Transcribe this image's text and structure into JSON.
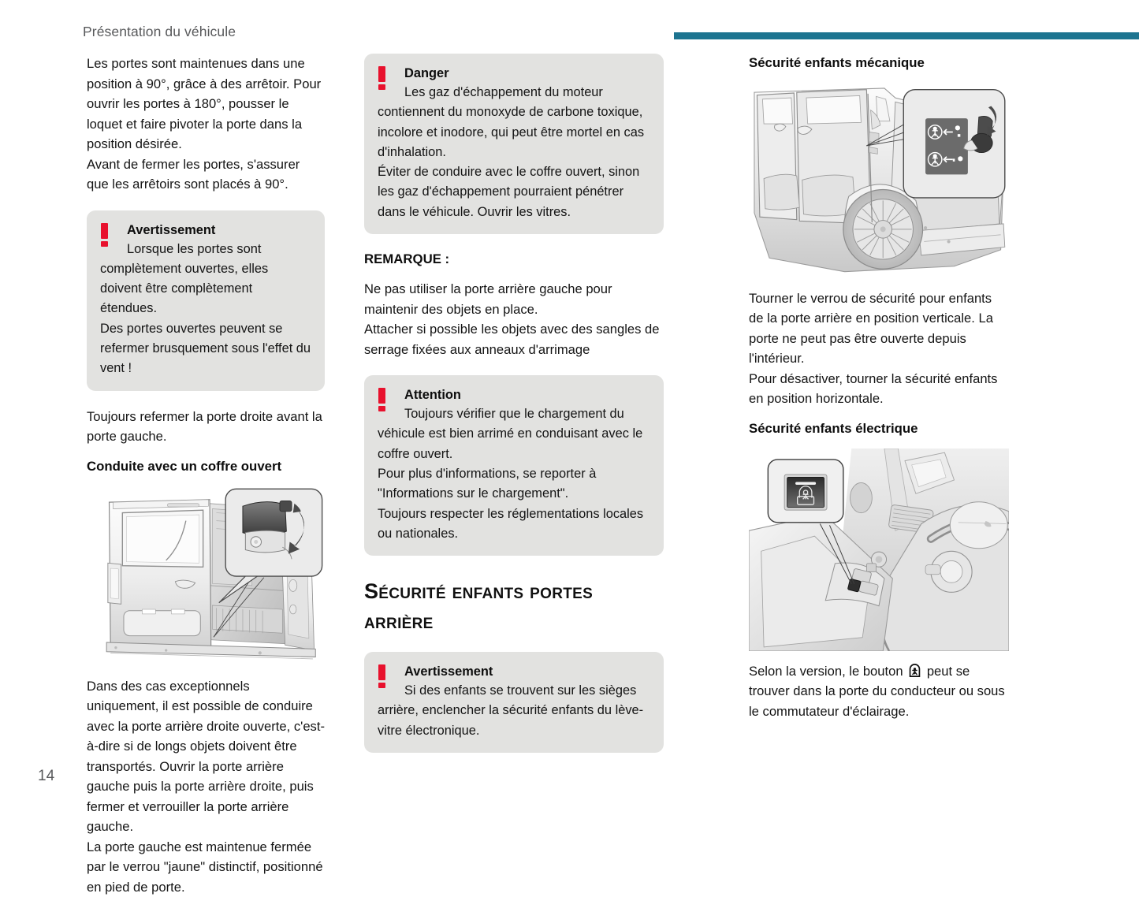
{
  "header": {
    "title": "Présentation du véhicule",
    "rule_color": "#1d7490"
  },
  "page_number": "14",
  "colors": {
    "accent_teal": "#1d7490",
    "callout_bg": "#e2e2e0",
    "warning_red": "#e8112d",
    "header_text": "#58595b"
  },
  "column1": {
    "para1": "Les portes sont maintenues dans une position à 90°, grâce à des arrêtoir. Pour ouvrir les portes à 180°, pousser le loquet et faire pivoter la porte dans la position désirée.",
    "para2": "Avant de fermer les portes, s'assurer que les arrêtoirs sont placés à 90°.",
    "callout_warning": {
      "title": "Avertissement",
      "line1": "Lorsque les portes sont complètement ouvertes, elles doivent être complètement étendues.",
      "line2": "Des portes ouvertes peuvent se refermer brusquement sous l'effet du vent !"
    },
    "para3": "Toujours refermer la porte droite avant la porte gauche.",
    "heading": "Conduite avec un coffre ouvert",
    "figure_caption": "rear-van-open-doors-latch-detail",
    "para4": "Dans des cas exceptionnels uniquement, il est possible de conduire avec la porte arrière droite ouverte, c'est-à-dire si de longs objets doivent être transportés. Ouvrir la porte arrière gauche puis la porte arrière droite, puis fermer et verrouiller la porte arrière gauche.",
    "para5": "La porte gauche est maintenue fermée par le verrou \"jaune\" distinctif, positionné en pied de porte."
  },
  "column2": {
    "callout_danger": {
      "title": "Danger",
      "line1": "Les gaz d'échappement du moteur contiennent du monoxyde de carbone toxique, incolore et inodore, qui peut être mortel en cas d'inhalation.",
      "line2": "Éviter de conduire avec le coffre ouvert, sinon les gaz d'échappement pourraient pénétrer dans le véhicule. Ouvrir les vitres."
    },
    "remark_heading": "REMARQUE :",
    "remark_line1": "Ne pas utiliser la porte arrière gauche pour maintenir des objets en place.",
    "remark_line2": "Attacher si possible les objets avec des sangles de serrage fixées aux anneaux d'arrimage",
    "callout_attention": {
      "title": "Attention",
      "line1": "Toujours vérifier que le chargement du véhicule est bien arrimé en conduisant avec le coffre ouvert.",
      "line2": "Pour plus d'informations, se reporter à \"Informations sur le chargement\".",
      "line3": "Toujours respecter les réglementations locales ou nationales."
    },
    "major_heading": "Sécurité enfants portes arrière",
    "callout_warning": {
      "title": "Avertissement",
      "line1": "Si des enfants se trouvent sur les sièges arrière, enclencher la sécurité enfants du lève-vitre électronique."
    }
  },
  "column3": {
    "heading1": "Sécurité enfants mécanique",
    "figure1_caption": "vehicle-side-child-lock-label-detail",
    "para1": "Tourner le verrou de sécurité pour enfants de la porte arrière en position verticale. La porte ne peut pas être ouverte depuis l'intérieur.",
    "para2": "Pour désactiver, tourner la sécurité enfants en position horizontale.",
    "heading2": "Sécurité enfants électrique",
    "figure2_caption": "car-interior-child-lock-switch-detail",
    "para3_before": "Selon la version, le bouton",
    "para3_after": "peut se trouver dans la porte du conducteur ou sous le commutateur d'éclairage."
  }
}
